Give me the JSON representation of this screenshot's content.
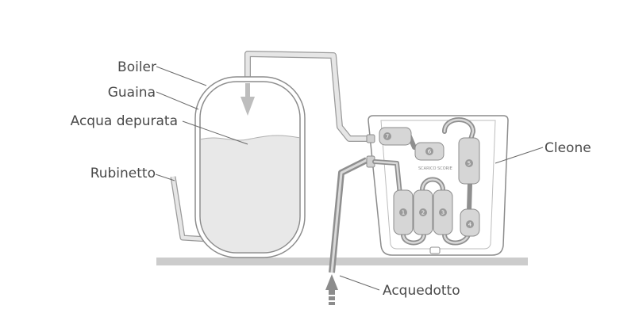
{
  "labels": {
    "boiler": "Boiler",
    "guaina": "Guaina",
    "acqua_depurata": "Acqua depurata",
    "rubinetto": "Rubinetto",
    "cleone": "Cleone",
    "acquedotto": "Acquedotto"
  },
  "device": {
    "brand_text": "SCARICO SCORIE",
    "filters": [
      "1",
      "2",
      "3",
      "4",
      "5",
      "6",
      "7"
    ]
  },
  "colors": {
    "label_text": "#4a4a4a",
    "outline": "#8c8c8c",
    "pipe": "#c4c4c4",
    "dark_pipe": "#8f8f8f",
    "water": "#e8e8e8",
    "floor": "#cccccc",
    "filter": "#d6d6d6"
  }
}
